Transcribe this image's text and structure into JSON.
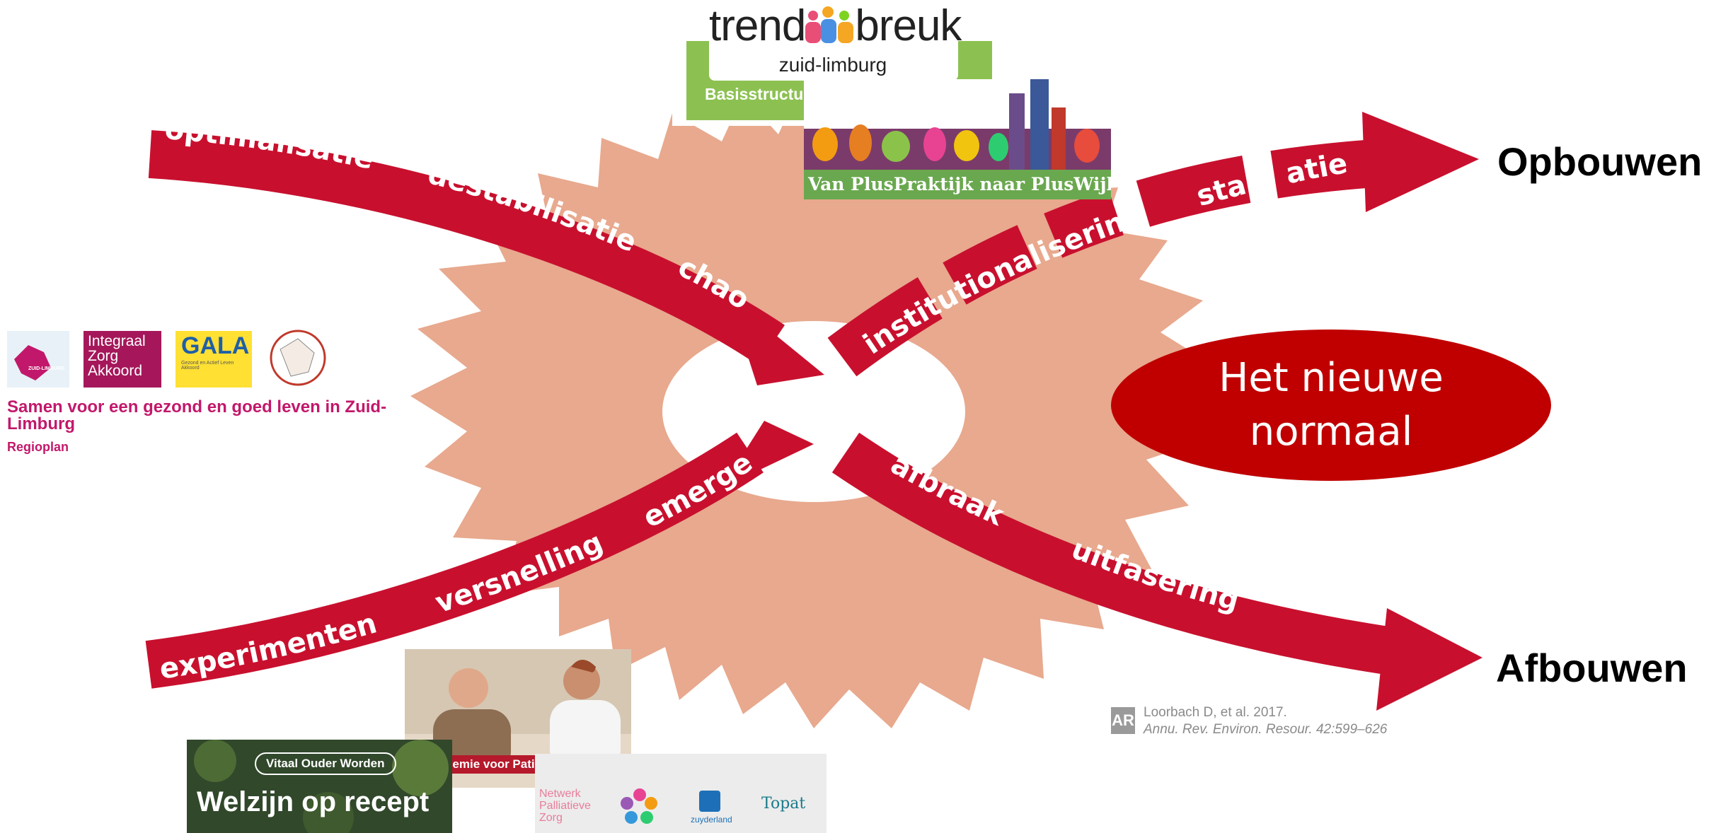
{
  "diagram": {
    "top_arrow_words": [
      "optimalisatie",
      "destabilisatie",
      "chaos"
    ],
    "rising_arrow_words": [
      "institutionalisering",
      "stab",
      "atie"
    ],
    "bottom_arrow_words": [
      "experimenten",
      "versnelling",
      "emergentie"
    ],
    "falling_arrow_words": [
      "afbraak",
      "uitfasering"
    ],
    "outcome_top": "Opbouwen",
    "outcome_bottom": "Afbouwen",
    "center_label_line1": "Het nieuwe",
    "center_label_line2": "normaal",
    "citation_icon": "AR",
    "citation_line1": "Loorbach D, et al. 2017.",
    "citation_line2": "Annu. Rev. Environ. Resour. 42:599–626",
    "colors": {
      "arrow": "#c8102e",
      "burst": "#e8a98e",
      "ellipse": "#c00000"
    }
  },
  "logos": {
    "trendbreuk_left": "trend",
    "trendbreuk_right": "breuk",
    "trendbreuk_region": "zuid-limburg",
    "trendbreuk_banner": "Basisstructuur Kansrijke Start",
    "pluswijk_banner": "Van PlusPraktijk naar PlusWijk",
    "regio_map_label": "ZUID-LIMBURG",
    "iza_line1": "Integraal",
    "iza_line2": "Zorg",
    "iza_line3": "Akkoord",
    "gala_title": "GALA",
    "gala_sub": "Gezond en Actief Leven Akkoord",
    "regio_title": "Samen voor een gezond en goed leven in Zuid-Limburg",
    "regio_sub": "Regioplan",
    "vitaal_pill": "Vitaal Ouder Worden",
    "welzijn_title": "Welzijn op recept",
    "academie_caption": "De Academie voor Patiënt en Mantelzorger",
    "npz_line1": "Netwerk",
    "npz_line2": "Palliatieve",
    "npz_line3": "Zorg",
    "zuyderland": "zuyderland",
    "topat": "Topat"
  }
}
